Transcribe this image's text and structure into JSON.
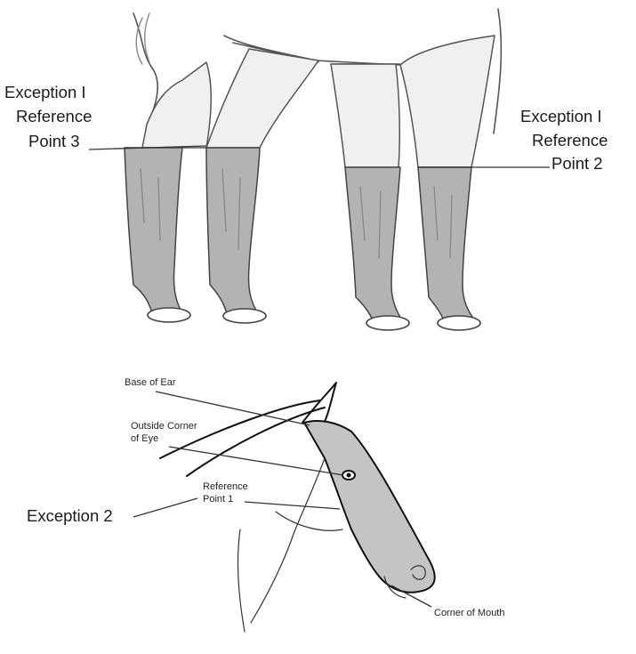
{
  "legs": {
    "left_callout": {
      "line1": "Exception I",
      "line2": "Reference",
      "line3": "Point 3"
    },
    "right_callout": {
      "line1": "Exception I",
      "line2": "Reference",
      "line3": "Point 2"
    }
  },
  "head": {
    "base_of_ear": "Base of Ear",
    "outside_corner_line1": "Outside Corner",
    "outside_corner_line2": "of Eye",
    "reference_line1": "Reference",
    "reference_line2": "Point 1",
    "corner_of_mouth": "Corner of Mouth",
    "exception_label": "Exception 2"
  },
  "colors": {
    "shade": "#b3b3b3",
    "head_shade": "#c4c4c4",
    "ink": "#111111"
  }
}
